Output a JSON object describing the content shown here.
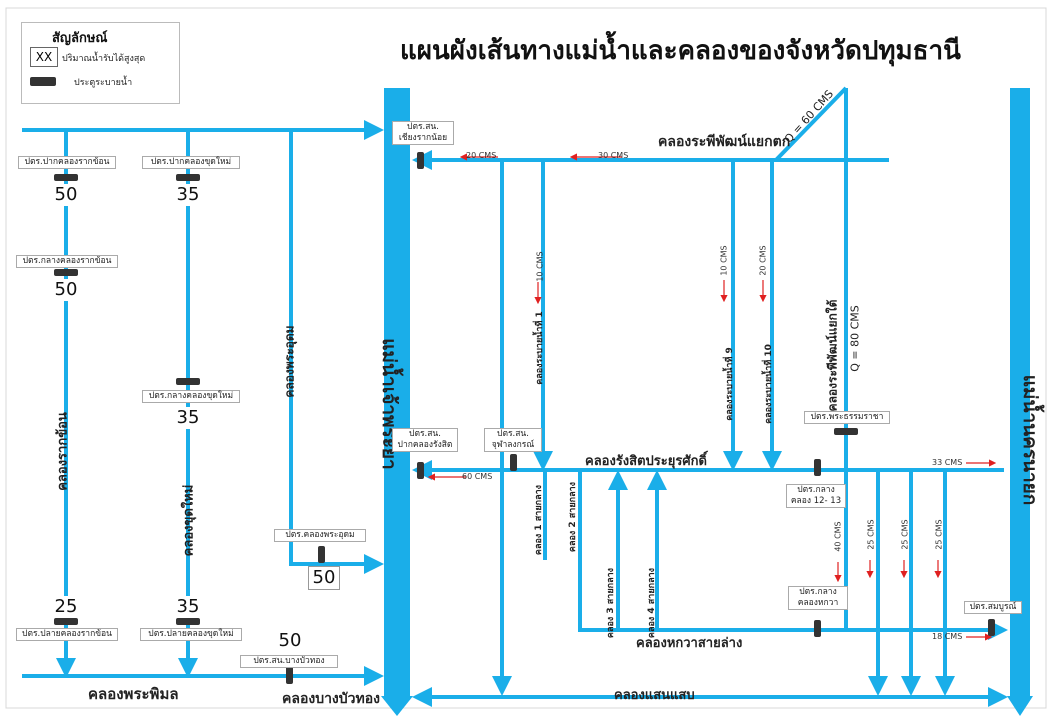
{
  "title": "แผนผังเส้นทางแม่น้ำและคลองของจังหวัดปทุมธานี",
  "legend": {
    "heading": "สัญลักษณ์",
    "xx_symbol": "XX",
    "xx_text": "ปริมาณน้ำรับได้สูงสุด",
    "gate_text": "ประตูระบายน้ำ"
  },
  "colors": {
    "water": "#1aaee9",
    "gate": "#333333",
    "arrow": "#e02020"
  },
  "rivers": {
    "chao_phraya": "แม่น้ำเจ้าพระยา",
    "nakhon_nayok": "แม่น้ำนครนายก"
  },
  "canals": {
    "rak_yon": "คลองรากข้อน",
    "chut_mai": "คลองขุดใหม่",
    "phra_udom": "คลองพระอุดม",
    "phra_phimon": "คลองพระพิมล",
    "bang_bua_thong": "คลองบางบัวทอง",
    "raphiphat_yaek_tok": "คลองระพีพัฒน์แยกตก",
    "raphiphat_yaek_tai": "คลองระพีพัฒน์แยกใต้",
    "rangsit": "คลองรังสิตประยุรศักดิ์",
    "hok_wa_lang": "คลองหกวาสายล่าง",
    "saen_saep": "คลองแสนแสบ",
    "drain_1": "คลองระบายน้ำที่ 1",
    "drain_9": "คลองระบายน้ำที่ 9",
    "drain_10": "คลองระบายน้ำที่ 10",
    "k1": "คลอง 1 สายกลาง",
    "k2": "คลอง 2 สายกลาง",
    "k3": "คลอง 3 สายกลาง",
    "k4": "คลอง 4 สายกลาง"
  },
  "gates": {
    "pak_rak_yon": "ปตร.ปากคลองรากข้อน",
    "pak_chut_mai": "ปตร.ปากคลองขุดใหม่",
    "klang_rak_yon": "ปตร.กลางคลองรากข้อน",
    "klang_chut_mai": "ปตร.กลางคลองขุดใหม่",
    "plai_rak_yon": "ปตร.ปลายคลองรากข้อน",
    "plai_chut_mai": "ปตร.ปลายคลองขุดใหม่",
    "phra_udom": "ปตร.คลองพระอุดม",
    "bang_bua_thong_1": "ปตร.สน.บางบัว",
    "bang_bua_thong_2": "ทอง",
    "chiang_rak_1": "ปตร.สน.",
    "chiang_rak_2": "เชียงรากน้อย",
    "pak_rangsit_1": "ปตร.สน.",
    "pak_rangsit_2": "ปากคลองรังสิต",
    "chulalongkorn_1": "ปตร.สน.",
    "chulalongkorn_2": "จุฬาลงกรณ์",
    "phra_thammaracha": "ปตร.พระธรรมราชา",
    "klang_12_13_1": "ปตร.กลาง",
    "klang_12_13_2": "คลอง 12- 13",
    "klang_hok_wa_1": "ปตร.กลาง",
    "klang_hok_wa_2": "คลองหกวา",
    "sombun": "ปตร.สมบูรณ์"
  },
  "capacities": {
    "pak_rak_yon": "50",
    "pak_chut_mai": "35",
    "klang_rak_yon": "50",
    "klang_chut_mai": "35",
    "plai_rak_yon": "25",
    "plai_chut_mai": "35",
    "phra_udom": "50",
    "bang_bua_thong": "50"
  },
  "flows": {
    "q60": "Q = 60 CMS",
    "q80": "Q = 80 CMS",
    "f30": "30 CMS",
    "f20a": "20 CMS",
    "f10a": "10 CMS",
    "f10b": "10 CMS",
    "f20b": "20 CMS",
    "f60": "60 CMS",
    "f33": "33 CMS",
    "f40": "40 CMS",
    "f25a": "25 CMS",
    "f25b": "25 CMS",
    "f25c": "25 CMS",
    "f18": "18 CMS"
  }
}
